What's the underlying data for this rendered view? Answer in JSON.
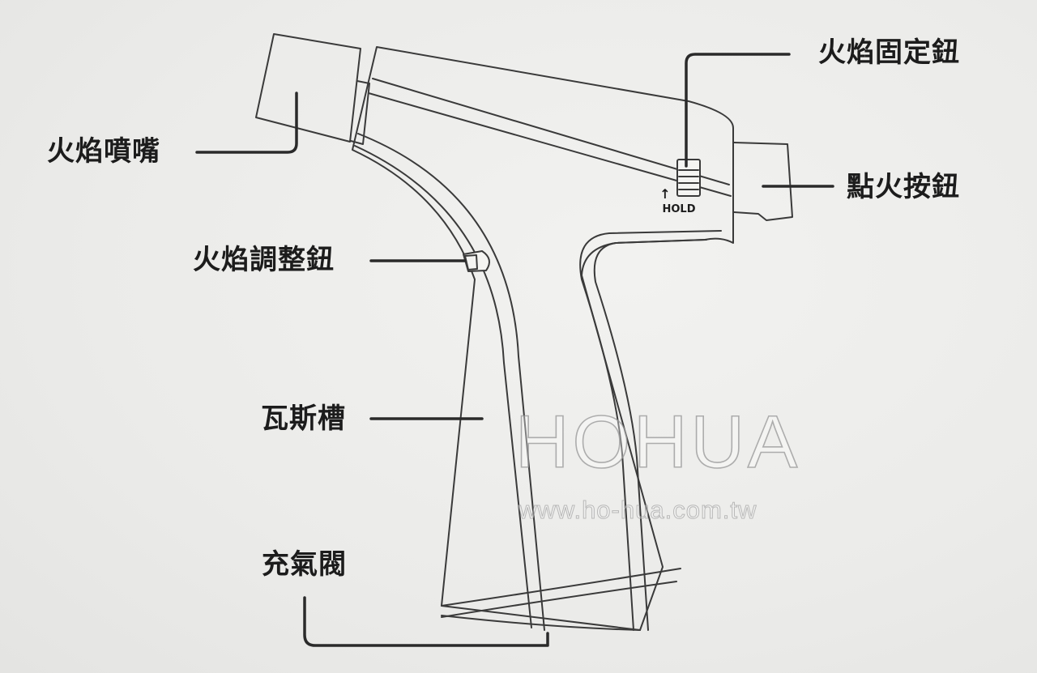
{
  "labels": {
    "nozzle": "火焰噴嘴",
    "flame_lock": "火焰固定鈕",
    "ignition_button": "點火按鈕",
    "flame_adjust": "火焰調整鈕",
    "gas_tank": "瓦斯槽",
    "refill_valve": "充氣閥"
  },
  "hold_marker": {
    "arrow": "↑",
    "text": "HOLD"
  },
  "watermark": {
    "brand": "HOHUA",
    "url": "www.ho-hua.com.tw"
  },
  "colors": {
    "background": "#ededeb",
    "outline": "#3a3a3a",
    "text": "#1c1c1c"
  }
}
